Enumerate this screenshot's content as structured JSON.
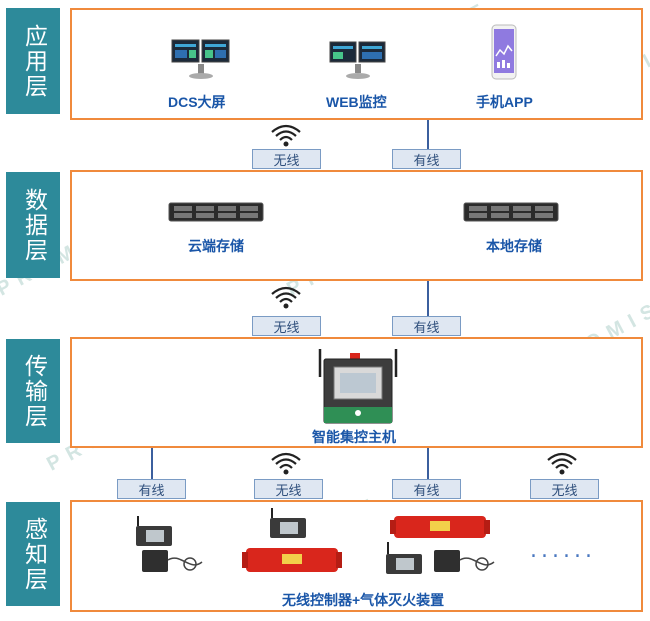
{
  "layers": {
    "application": "应用层",
    "data": "数据层",
    "transport": "传输层",
    "sensing": "感知层"
  },
  "application": {
    "dcs": "DCS大屏",
    "web": "WEB监控",
    "app": "手机APP"
  },
  "data_layer": {
    "cloud": "云端存储",
    "local": "本地存储"
  },
  "transport": {
    "host": "智能集控主机"
  },
  "sensing": {
    "caption": "无线控制器+气体灭火装置",
    "more": "......"
  },
  "links": {
    "wireless": "无线",
    "wired": "有线"
  },
  "watermark": "PROMISE",
  "colors": {
    "layer_label": "#2d8a9a",
    "panel_border": "#f08a3c",
    "caption": "#1a56a8",
    "extinguisher": "#d9261c"
  },
  "icons": [
    "monitor-icon",
    "phone-icon",
    "server-icon",
    "control-cabinet-icon",
    "wifi-icon",
    "wireless-controller-icon",
    "fire-extinguisher-icon"
  ]
}
